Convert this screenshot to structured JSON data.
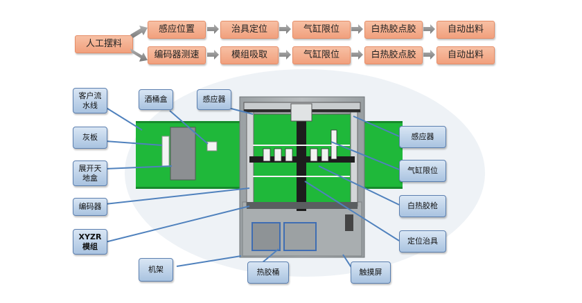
{
  "flow": {
    "start": "人工摆料",
    "row1": [
      "感应位置",
      "治具定位",
      "气缸限位",
      "白热胶点胶",
      "自动出料"
    ],
    "row2": [
      "编码器测速",
      "模组吸取",
      "气缸限位",
      "白热胶点胶",
      "自动出料"
    ]
  },
  "callouts": {
    "conveyor": "客户流\n水线",
    "plate": "灰板",
    "tray": "展开天\n地盒",
    "encoder": "编码器",
    "module": "XYZR\n模组",
    "frame": "机架",
    "alcohol_box": "酒桶盒",
    "sensor_top": "感应器",
    "glue_bucket": "热胶桶",
    "touchscreen": "触摸屏",
    "sensor_right": "感应器",
    "cylinder_limit": "气缸限位",
    "glue_gun": "白热胶枪",
    "fixture": "定位治具"
  },
  "colors": {
    "flow_fill": "#f4b191",
    "callout_fill": "#bcd2ea",
    "conveyor_green": "#1fb83a",
    "frame_gray": "#a3a8ab"
  }
}
